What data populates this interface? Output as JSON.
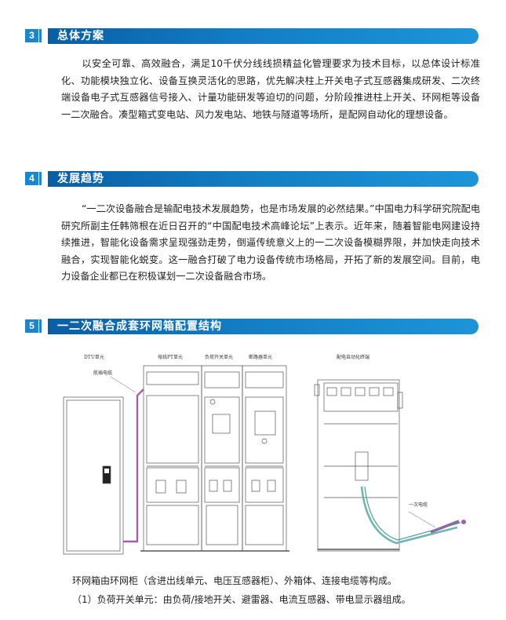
{
  "sections": [
    {
      "number": "3",
      "title": "总体方案"
    },
    {
      "number": "4",
      "title": "发展趋势"
    },
    {
      "number": "5",
      "title": "一二次融合成套环网箱配置结构"
    }
  ],
  "paragraphs": {
    "overall": [
      "以安全可靠、高效融合，满足10千伏分线线损精益化管理要求为技术目标，以总体设计标",
      "准化、功能模块独立化、设备互换灵活化的思路，优先解决柱上开关电子式互感器集成研发、",
      "二次终端设备电子式互感器信号接入、计量功能研发等迫切的问题，分阶段推进柱上开关、环",
      "网柜等设备一二次融合。凑型箱式变电站、风力发电站、地铁与隧道等场所，是配网自动化的",
      "理想设备。"
    ],
    "trend": [
      "“一二次设备融合是输配电技术发展趋势，也是市场发展的必然结果。”中国电力科学研究",
      "院配电研究所副主任韩筛根在近日召开的“中国配电技术高峰论坛”上表示。近年来，随着智能",
      "电网建设持续推进，智能化设备需求呈现强劲走势，倒逼传统意义上的一二次设备模糊界限，并",
      "加快走向技术融合，实现智能化蜕变。这一融合打破了电力设备传统市场格局，开拓了新的发展",
      "空间。目前，电力设备企业都已在积极谋划一二次设备融合市场。"
    ]
  },
  "diagram": {
    "labels": {
      "dtu_unit": "DTU单元",
      "aviation_cable": "航插电缆",
      "busbar_pt_unit": "母线PT单元",
      "load_switch_unit": "负荷开关单元",
      "breaker_unit": "断路器单元",
      "terminal": "配电自动化终端",
      "primary_cable": "一次电缆"
    }
  },
  "captions": [
    "环网箱由环网柜（含进出线单元、电压互感器柜）、外箱体、连接电缆等构成。",
    "（1）负荷开关单元：由负荷/接地开关、避雷器、电流互感器、带电显示器组成。"
  ],
  "colors": {
    "accent_blue": "#1d86c8",
    "header_dark": "#0b5ea3",
    "cable_purple": "#a55fa6",
    "cable_teal": "#6fb6b0"
  }
}
